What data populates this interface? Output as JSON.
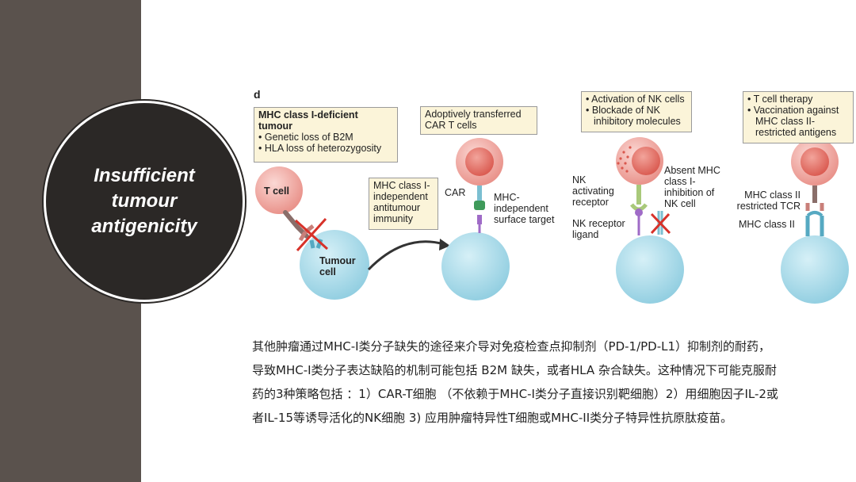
{
  "slide": {
    "title": "Insufficient tumour antigenicity",
    "title_lines": [
      "Insufficient",
      "tumour",
      "antigenicity"
    ]
  },
  "figure": {
    "panel_letter": "d",
    "panel1": {
      "box_title": "MHC class I-deficient tumour",
      "box_items": [
        "Genetic loss of B2M",
        "HLA loss of heterozygosity"
      ],
      "t_cell_label": "T cell",
      "tumour_label": "Tumour cell"
    },
    "arrow_box": "MHC class I-independent antitumour immunity",
    "panel2": {
      "box_title": "Adoptively transferred CAR T cells",
      "car_label": "CAR",
      "target_label": "MHC-independent surface target"
    },
    "panel3": {
      "box_items": [
        "Activation of NK cells",
        "Blockade of NK inhibitory molecules"
      ],
      "nk_receptor_label": "NK activating receptor",
      "ligand_label": "NK receptor ligand",
      "absent_label": "Absent MHC class I-inhibition of NK cell"
    },
    "panel4": {
      "box_items": [
        "T cell therapy",
        "Vaccination against MHC class II-restricted antigens"
      ],
      "tcr_label": "MHC class II restricted TCR",
      "mhc_label": "MHC class II"
    }
  },
  "caption": {
    "lines": [
      "其他肿瘤通过MHC-I类分子缺失的途径来介导对免疫检查点抑制剂（PD-1/PD-L1）抑制剂的耐药，",
      "导致MHC-I类分子表达缺陷的机制可能包括 B2M 缺失，或者HLA 杂合缺失。这种情况下可能克服耐",
      "药的3种策略包括 ：1）CAR-T细胞 （不依赖于MHC-I类分子直接识别靶细胞）2）用细胞因子IL-2或",
      "者IL-15等诱导活化的NK细胞 3) 应用肿瘤特异性T细胞或MHC-II类分子特异性抗原肽疫苗。"
    ]
  },
  "colors": {
    "sidebar": "#5a524d",
    "circle": "#2b2826",
    "box_fill": "#fbf4d9",
    "tumour_cell": "#a8dbe9",
    "immune_cell": "#f0a7a0"
  }
}
